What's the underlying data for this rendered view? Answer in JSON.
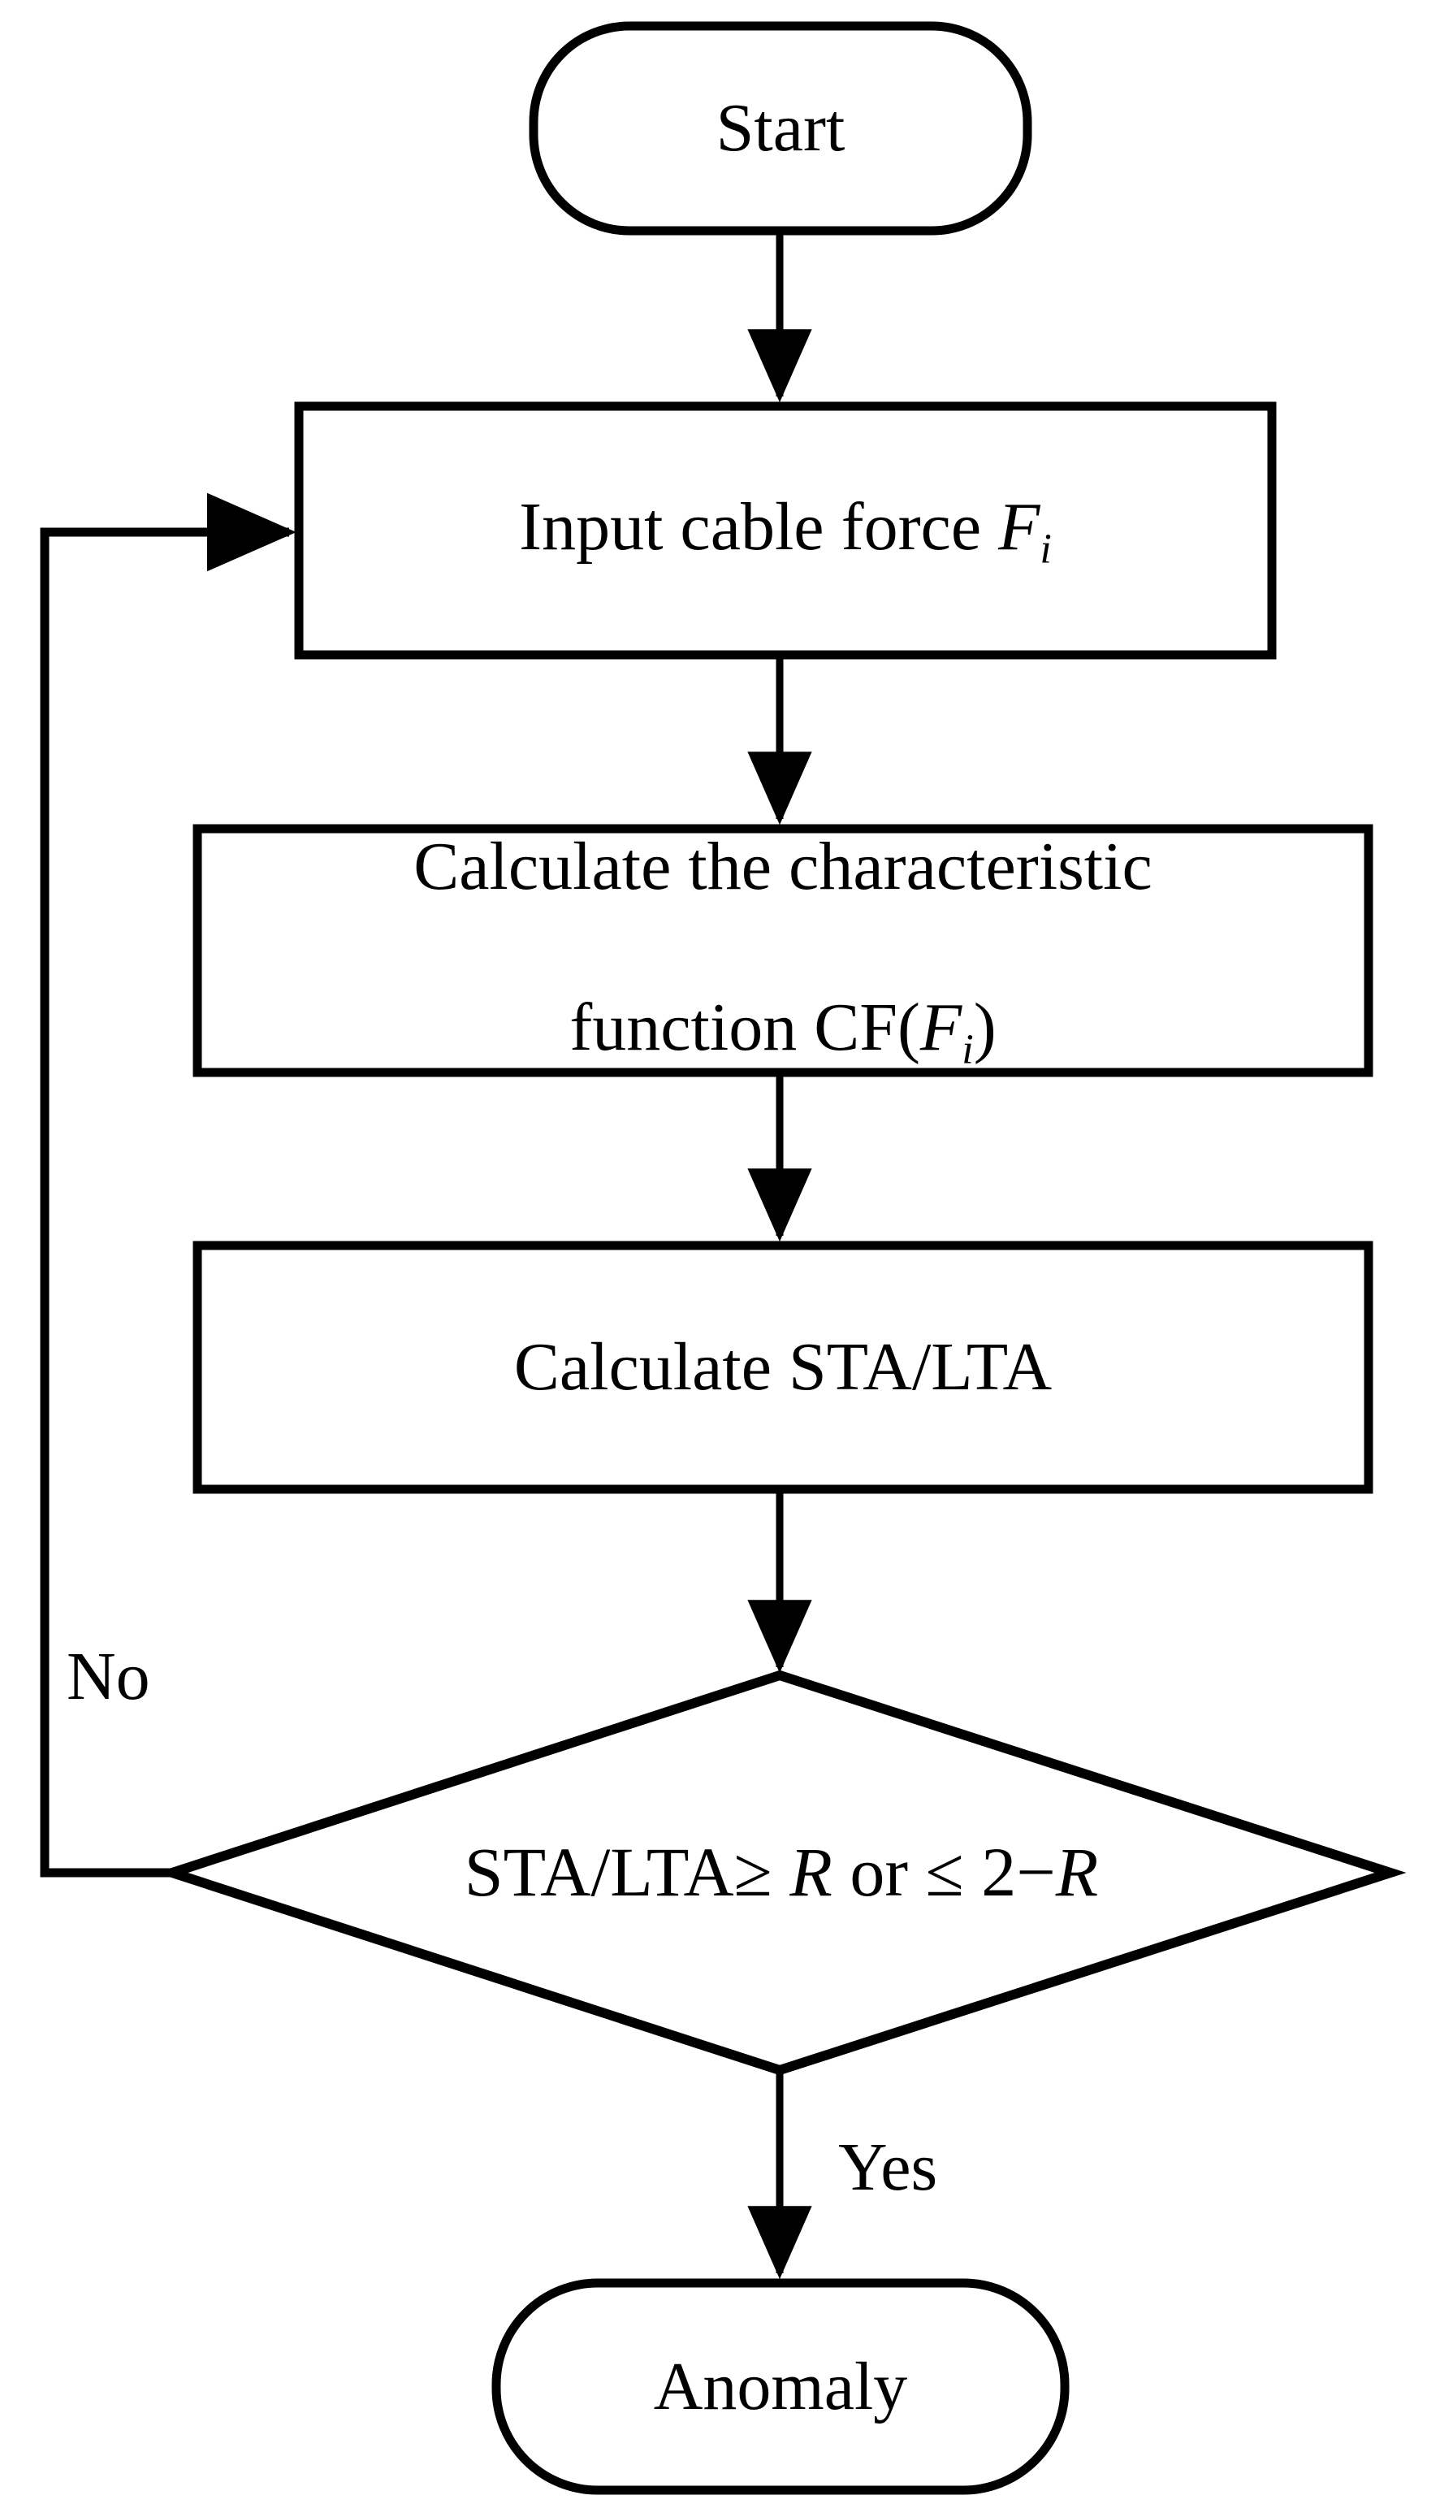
{
  "diagram": {
    "title": "STA/LTA cable force anomaly detection flowchart",
    "background_color": "#ffffff",
    "stroke_color": "#000000",
    "nodes": {
      "start": {
        "shape": "terminal",
        "label": "Start"
      },
      "input": {
        "shape": "process",
        "label_prefix": "Input cable force ",
        "label_var": "F",
        "label_sub": "i"
      },
      "characteristic": {
        "shape": "process",
        "line1": "Calculate the characteristic",
        "line2_prefix": "function CF(",
        "line2_var": "F",
        "line2_sub": "i",
        "line2_suffix": ")"
      },
      "stalta": {
        "shape": "process",
        "label": "Calculate STA/LTA"
      },
      "decision": {
        "shape": "decision",
        "part1": "STA/LTA",
        "op1": "≥",
        "var1": "R",
        "conjunction": " or ",
        "op2": "≤",
        "expr2_prefix": "2−",
        "var2": "R"
      },
      "anomaly": {
        "shape": "terminal",
        "label": "Anomaly"
      }
    },
    "edges": [
      {
        "from": "start",
        "to": "input",
        "label": ""
      },
      {
        "from": "input",
        "to": "characteristic",
        "label": ""
      },
      {
        "from": "characteristic",
        "to": "stalta",
        "label": ""
      },
      {
        "from": "stalta",
        "to": "decision",
        "label": ""
      },
      {
        "from": "decision",
        "to": "anomaly",
        "label": "Yes"
      },
      {
        "from": "decision",
        "to": "input",
        "label": "No"
      }
    ],
    "edge_labels": {
      "no": "No",
      "yes": "Yes"
    }
  }
}
